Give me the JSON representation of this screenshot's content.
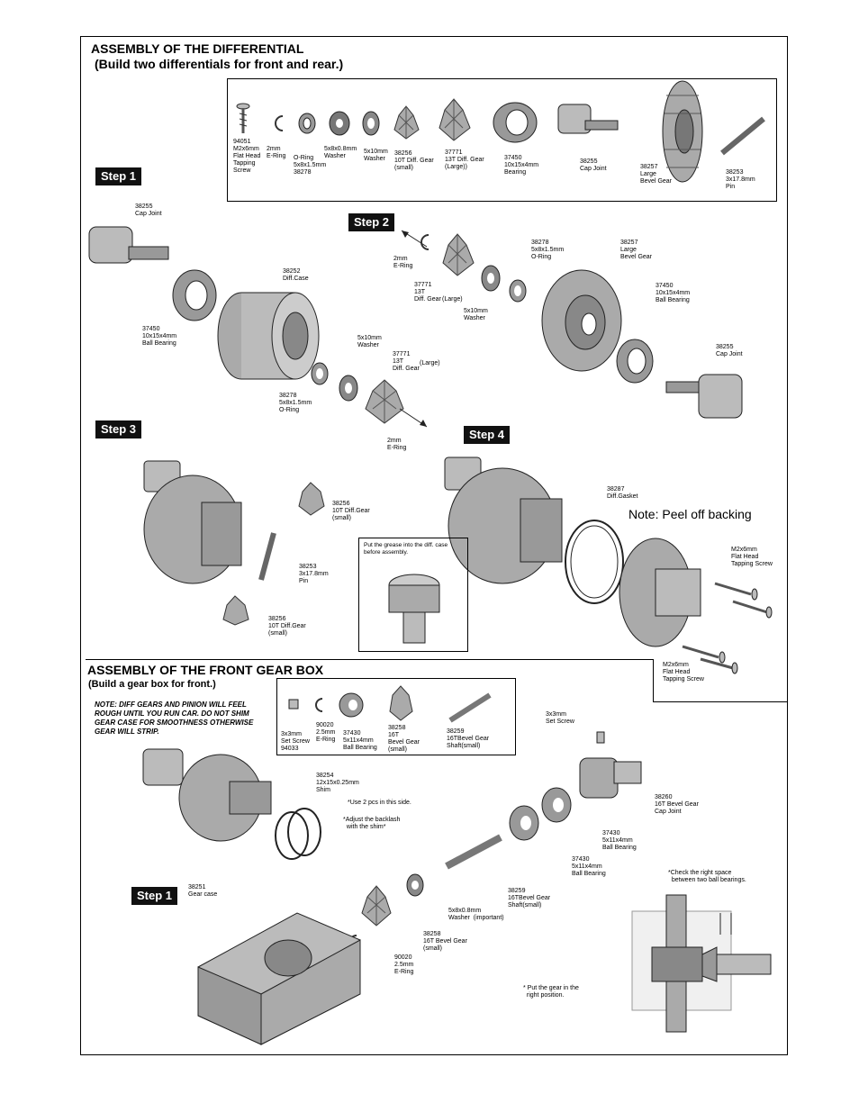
{
  "differential": {
    "title": "ASSEMBLY OF THE DIFFERENTIAL",
    "subtitle": "(Build two differentials for front and rear.)",
    "parts": [
      {
        "code": "94051",
        "lines": "94051\nM2x6mm\nFlat Head\nTapping\nScrew"
      },
      {
        "code": "",
        "lines": "2mm\nE-Ring"
      },
      {
        "code": "38278",
        "lines": "O-Ring\n5x8x1.5mm\n38278"
      },
      {
        "code": "",
        "lines": "5x8x0.8mm\nWasher"
      },
      {
        "code": "",
        "lines": "5x10mm\nWasher"
      },
      {
        "code": "38256",
        "lines": "38256\n10T Diff. Gear\n(small)"
      },
      {
        "code": "37771",
        "lines": "37771\n13T Diff. Gear\n(Large))"
      },
      {
        "code": "37450",
        "lines": "37450\n10x15x4mm\nBearing"
      },
      {
        "code": "38255",
        "lines": "38255\nCap Joint"
      },
      {
        "code": "38257",
        "lines": "38257\nLarge\nBevel Gear"
      },
      {
        "code": "38253",
        "lines": "38253\n3x17.8mm\nPin"
      }
    ],
    "steps": {
      "s1": "Step 1",
      "s2": "Step 2",
      "s3": "Step 3",
      "s4": "Step 4"
    },
    "step1_labels": {
      "capjoint": "38255\nCap Joint",
      "bearing": "37450\n10x15x4mm\nBall Bearing",
      "diffcase": "38252\nDiff.Case",
      "oring": "38278\n5x8x1.5mm\nO-Ring",
      "washer": "5x10mm\nWasher",
      "gear": "37771\n13T\nDiff. Gear",
      "gear_large": "(Large)",
      "ering": "2mm\nE-Ring"
    },
    "step2_labels": {
      "ering": "2mm\nE-Ring",
      "gear": "37771\n13T\nDiff. Gear",
      "gear_large": "(Large)",
      "washer": "5x10mm\nWasher",
      "oring": "38278\n5x8x1.5mm\nO-Ring",
      "bevel": "38257\nLarge\nBevel Gear",
      "bearing": "37450\n10x15x4mm\nBall Bearing",
      "capjoint": "38255\nCap Joint"
    },
    "step3_labels": {
      "gear_top": "38256\n10T Diff.Gear\n(small)",
      "pin": "38253\n3x17.8mm\nPin",
      "gear_bottom": "38256\n10T Diff.Gear\n(small)"
    },
    "step4_labels": {
      "gasket": "38287\nDiff.Gasket",
      "peel": "Note: Peel off backing",
      "grease": "Put the grease into the diff. case\nbefore assembly.",
      "screw1": "M2x6mm\nFlat Head\nTapping Screw",
      "screw2": "M2x6mm\nFlat Head\nTapping Screw"
    }
  },
  "gearbox": {
    "title": "ASSEMBLY OF THE FRONT GEAR BOX",
    "subtitle": "(Build a gear box for front.)",
    "note": "NOTE: DIFF GEARS AND PINION WILL FEEL ROUGH UNTIL YOU RUN CAR.  DO NOT SHIM GEAR CASE FOR SMOOTHNESS OTHERWISE GEAR WILL STRIP.",
    "parts": [
      {
        "lines": "3x3mm\nSet Screw\n94033"
      },
      {
        "lines": "90020\n2.5mm\nE-Ring"
      },
      {
        "lines": "37430\n5x11x4mm\nBall Bearing"
      },
      {
        "lines": "38258\n16T\nBevel Gear\n(small)"
      },
      {
        "lines": "38259\n16TBevel Gear\nShaft(small)"
      }
    ],
    "step": "Step 1",
    "labels": {
      "setscrew": "3x3mm\nSet Screw",
      "shim": "38254\n12x15x0.25mm\nShim",
      "use2": "*Use 2 pcs in this side.",
      "backlash": "*Adjust the backlash\n  with the shim*",
      "capjoint": "38260\n16T Bevel Gear\nCap Joint",
      "bearing1": "37430\n5x11x4mm\nBall Bearing",
      "bearing2": "37430\n5x11x4mm\nBall Bearing",
      "shaft": "38259\n16TBevel Gear\nShaft(small)",
      "washer": "5x8x0.8mm\nWasher  (important)",
      "bevel": "38258\n16T Bevel Gear\n(small)",
      "ering": "90020\n2.5mm\nE-Ring",
      "gearcase": "38251\nGear case",
      "space": "*Check the right space\n  between two ball bearings.",
      "position": "* Put the gear in the\n  right position."
    }
  }
}
